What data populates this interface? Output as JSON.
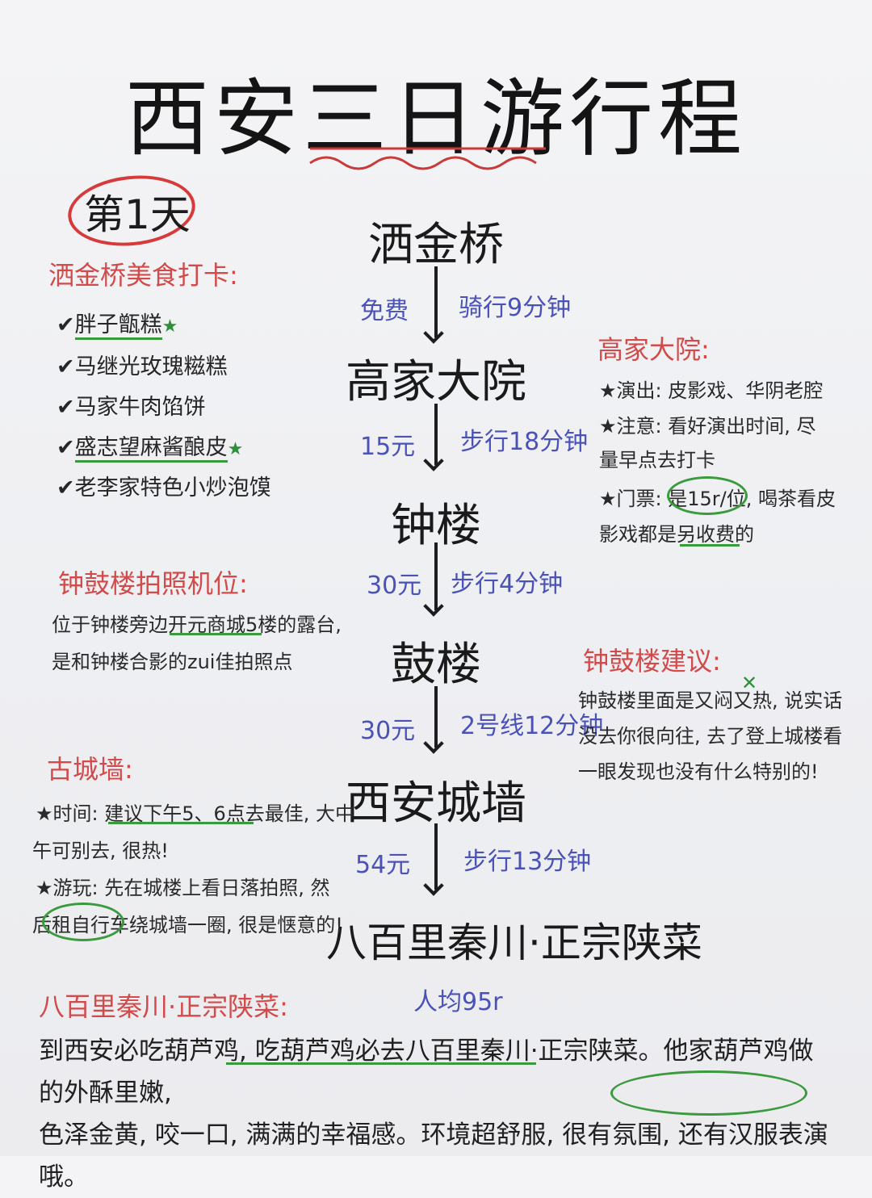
{
  "title": "西安三日游行程",
  "day_label": "第1天",
  "route": [
    {
      "stop": "洒金桥",
      "cost": "免费",
      "transport": "骑行9分钟"
    },
    {
      "stop": "高家大院",
      "cost": "15元",
      "transport": "步行18分钟"
    },
    {
      "stop": "钟楼",
      "cost": "30元",
      "transport": "步行4分钟"
    },
    {
      "stop": "鼓楼",
      "cost": "30元",
      "transport": "2号线12分钟"
    },
    {
      "stop": "西安城墙",
      "cost": "54元",
      "transport": "步行13分钟"
    },
    {
      "stop": "八百里秦川·正宗陕菜",
      "cost": "",
      "transport": ""
    }
  ],
  "per_person": "人均95r",
  "food": {
    "heading": "洒金桥美食打卡:",
    "items": [
      "胖子甑糕",
      "马继光玫瑰糍糕",
      "马家牛肉馅饼",
      "盛志望麻酱酿皮",
      "老李家特色小炒泡馍"
    ],
    "check": "✔",
    "star": "★"
  },
  "gaojia": {
    "heading": "高家大院:",
    "line1": "★演出: 皮影戏、华阴老腔",
    "line2a": "★注意: 看好演出时间, 尽",
    "line2b": "量早点去打卡",
    "line3a": "★门票: 是15r/位, 喝茶看皮",
    "line3b": "影戏都是另收费的"
  },
  "photo": {
    "heading": "钟鼓楼拍照机位:",
    "line1": "位于钟楼旁边开元商城5楼的露台,",
    "line2": "是和钟楼合影的zui佳拍照点"
  },
  "advice": {
    "heading": "钟鼓楼建议:",
    "line1": "钟鼓楼里面是又闷又热, 说实话",
    "line2": "没去你很向往, 去了登上城楼看",
    "line3": "一眼发现也没有什么特别的!",
    "mark": "✕"
  },
  "wall": {
    "heading": "古城墙:",
    "line1": "★时间: 建议下午5、6点去最佳, 大中",
    "line2": "午可别去, 很热!",
    "line3": "★游玩: 先在城楼上看日落拍照, 然",
    "line4": "后租自行车绕城墙一圈, 很是惬意的!"
  },
  "restaurant": {
    "heading": "八百里秦川·正宗陕菜:",
    "text1": "到西安必吃葫芦鸡, 吃葫芦鸡必去八百里秦川·正宗陕菜。他家葫芦鸡做的外酥里嫩,",
    "text2": "色泽金黄, 咬一口, 满满的幸福感。环境超舒服, 很有氛围, 还有汉服表演哦。"
  },
  "colors": {
    "red": "#d24a4a",
    "blue": "#4a52b8",
    "green": "#3b9a3d"
  }
}
